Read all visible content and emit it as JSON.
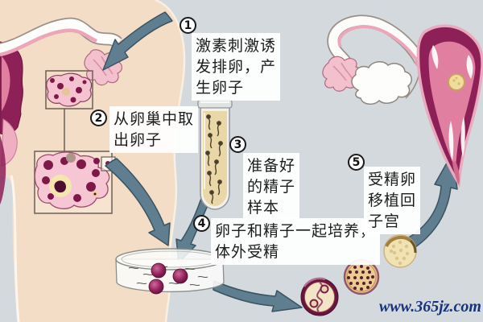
{
  "diagram": {
    "subject": "体外受精流程图",
    "steps": [
      {
        "number": "1",
        "text": "激素刺激诱发排卵，产生卵子",
        "lines": [
          "激素刺激诱",
          "发排卵，产",
          "生卵子"
        ]
      },
      {
        "number": "2",
        "text": "从卵巢中取出卵子",
        "lines": [
          "从卵巢中取",
          "出卵子"
        ]
      },
      {
        "number": "3",
        "text": "准备好的精子样本",
        "lines": [
          "准备好",
          "的精子",
          "样本"
        ]
      },
      {
        "number": "4",
        "text": "卵子和精子一起培养，体外受精",
        "lines": [
          "卵子和精子一起培养，",
          "体外受精"
        ]
      },
      {
        "number": "5",
        "text": "受精卵移植回子宫",
        "lines": [
          "受精卵",
          "移植回",
          "子宫"
        ]
      }
    ],
    "figures": [
      "body-silhouette",
      "left-reproductive-anatomy",
      "fallopian-tube",
      "fimbria",
      "ovary",
      "ovary-zoom-box",
      "follicle",
      "test-tube-sperm-sample",
      "petri-dish-with-eggs",
      "two-cell-embryo",
      "morula",
      "blastocyst",
      "uterus-with-implanted-embryo",
      "flow-arrows"
    ],
    "watermark": "www.365jz.com",
    "colors": {
      "background_gray": "#d4d9de",
      "skin": "#f4ddc6",
      "uterus_magenta": "#8e2058",
      "tissue_pink": "#efaec2",
      "arrow_slate": "#5f7e90",
      "sperm_liquid_tan": "#ead7a8",
      "follicle_yellow": "#f4e7ae",
      "text_dark": "#1c1c1c",
      "watermark_blue": "#16337c"
    }
  }
}
